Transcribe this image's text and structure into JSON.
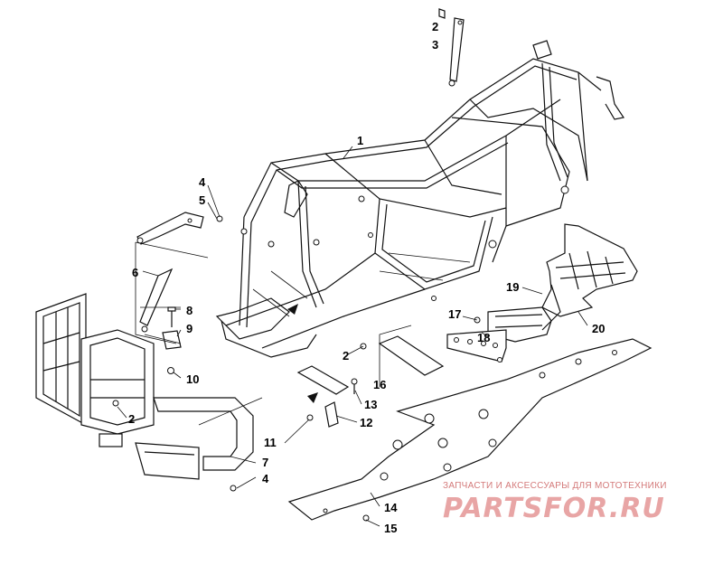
{
  "diagram": {
    "callouts": {
      "c1": "1",
      "c2a": "2",
      "c2b": "2",
      "c2c": "2",
      "c3": "3",
      "c4a": "4",
      "c4b": "4",
      "c5": "5",
      "c6": "6",
      "c7": "7",
      "c8": "8",
      "c9": "9",
      "c10": "10",
      "c11": "11",
      "c12": "12",
      "c13": "13",
      "c14": "14",
      "c15": "15",
      "c16": "16",
      "c17": "17",
      "c18": "18",
      "c19": "19",
      "c20": "20"
    }
  },
  "watermark": {
    "tagline": "ЗАПЧАСТИ И АКСЕССУАРЫ ДЛЯ МОТОТЕХНИКИ",
    "logo": "PARTSFOR.RU"
  }
}
